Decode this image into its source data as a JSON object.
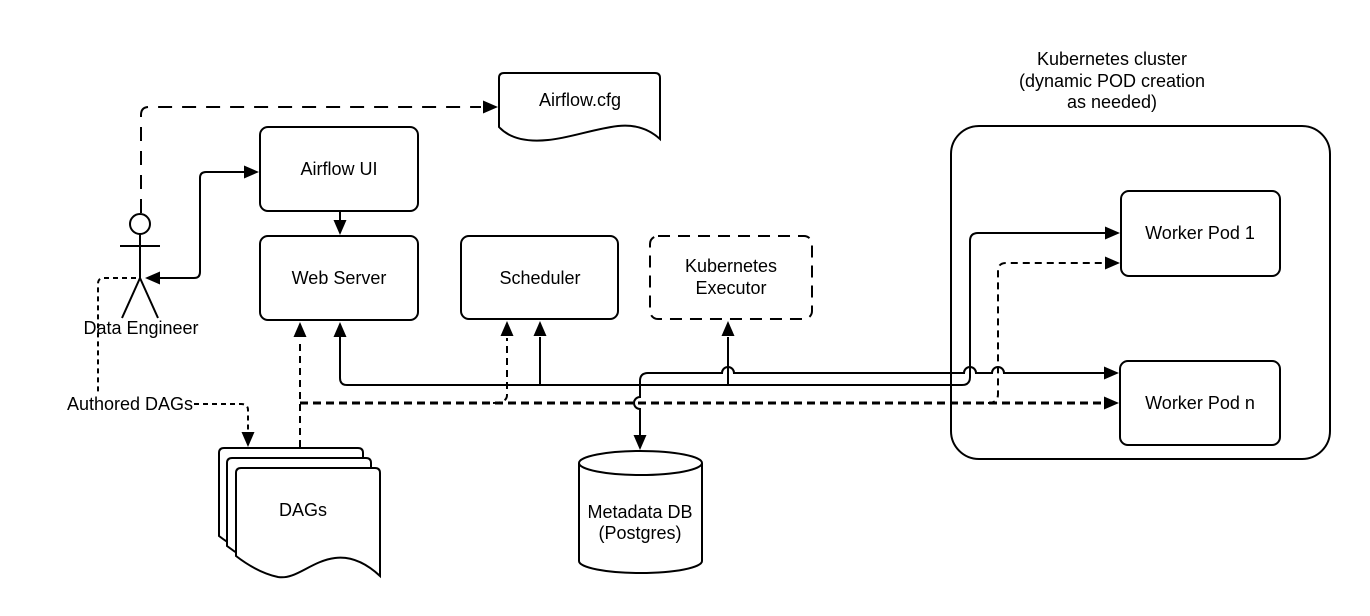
{
  "colors": {
    "background": "#ffffff",
    "shape_fill": "#ffffff",
    "stroke": "#000000",
    "text": "#000000"
  },
  "nodes": {
    "airflow_cfg": {
      "label": "Airflow.cfg"
    },
    "airflow_ui": {
      "label": "Airflow UI"
    },
    "web_server": {
      "label": "Web Server"
    },
    "scheduler": {
      "label": "Scheduler"
    },
    "kubernetes_executor": {
      "label_line1": "Kubernetes",
      "label_line2": "Executor"
    },
    "kubernetes_cluster": {
      "label_line1": "Kubernetes cluster",
      "label_line2": "(dynamic POD creation",
      "label_line3": "as needed)"
    },
    "worker_pod_1": {
      "label": "Worker Pod 1"
    },
    "worker_pod_n": {
      "label": "Worker Pod n"
    },
    "metadata_db": {
      "label_line1": "Metadata DB",
      "label_line2": "(Postgres)"
    },
    "dags": {
      "label": "DAGs"
    },
    "data_engineer": {
      "label": "Data Engineer"
    }
  },
  "edges": {
    "authored_dags": {
      "label": "Authored DAGs"
    }
  }
}
